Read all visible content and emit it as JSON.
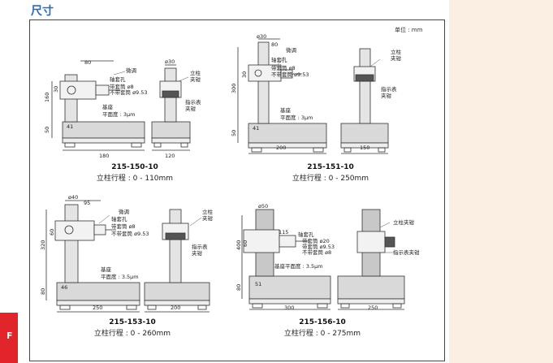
{
  "page": {
    "title": "尺寸",
    "unit": "单位 : mm",
    "tab_letter": "F"
  },
  "figures": [
    {
      "model": "215-150-10",
      "stroke": "立柱行程 : 0 - 110mm",
      "labels": {
        "fine": "微调",
        "bore": "轴套孔",
        "with_sleeve": "带套筒 ø8",
        "without_sleeve": "不带套筒 ø9.53",
        "base": "基座",
        "flatness": "平面度 : 3μm",
        "column": "立柱",
        "clamp": "夹钳",
        "indicator": "指示表",
        "clamp2": "夹钳"
      },
      "dims": {
        "top": "80",
        "dia": "ø30",
        "v1": "160",
        "v2": "50",
        "h1": "30",
        "h2": "41",
        "base_w": "180",
        "side_w": "120"
      }
    },
    {
      "model": "215-151-10",
      "stroke": "立柱行程 : 0 - 250mm",
      "labels": {
        "fine": "微调",
        "bore": "轴套孔",
        "with_sleeve": "带套筒 ø8",
        "without_sleeve": "不带套筒 ø9.53",
        "base": "基座",
        "flatness": "平面度 : 3μm",
        "column": "立柱",
        "clamp": "夹钳",
        "indicator": "指示表",
        "clamp2": "夹钳"
      },
      "dims": {
        "top": "80",
        "dia": "ø30",
        "v1": "300",
        "v2": "50",
        "h1": "30",
        "h2": "41",
        "base_w": "200",
        "side_w": "150"
      }
    },
    {
      "model": "215-153-10",
      "stroke": "立柱行程 : 0 - 260mm",
      "labels": {
        "fine": "微调",
        "bore": "轴套孔",
        "with_sleeve": "带套筒 ø8",
        "without_sleeve": "不带套筒 ø9.53",
        "base": "基座",
        "flatness": "平面度 : 3.5μm",
        "column": "立柱",
        "clamp": "夹钳",
        "indicator": "指示表",
        "clamp2": "夹钳"
      },
      "dims": {
        "top": "95",
        "dia": "ø40",
        "v1": "320",
        "v2": "80",
        "h1": "60",
        "h2": "46",
        "base_w": "250",
        "side_w": "200"
      }
    },
    {
      "model": "215-156-10",
      "stroke": "立柱行程 : 0 - 275mm",
      "labels": {
        "bore": "轴套孔",
        "with_sleeve": "带套筒 ø20",
        "with_sleeve2": "带套筒 ø9.53",
        "without_sleeve": "不带套筒 ø8",
        "base_flat": "基座平面度 : 3.5μm",
        "column_clamp": "立柱夹钳",
        "indicator_clamp": "指示表夹钳"
      },
      "dims": {
        "dia": "ø50",
        "top": "115",
        "v1": "400",
        "v2": "80",
        "h1": "60",
        "h2": "51",
        "base_w": "300",
        "side_w": "250"
      }
    }
  ]
}
